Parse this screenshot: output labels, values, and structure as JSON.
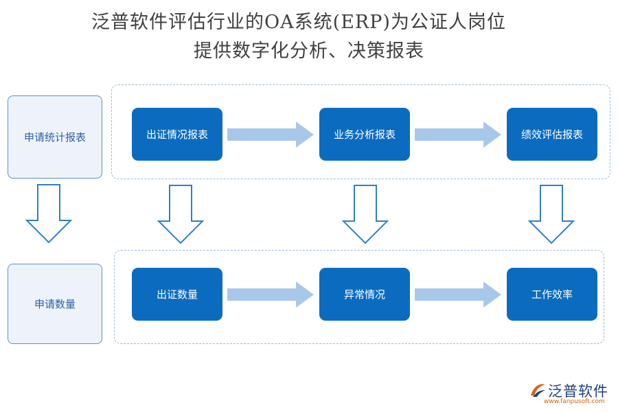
{
  "title": {
    "line1": "泛普软件评估行业的OA系统(ERP)为公证人岗位",
    "line2": "提供数字化分析、决策报表"
  },
  "row1": {
    "side_label": "申请统计报表",
    "boxes": [
      "出证情况报表",
      "业务分析报表",
      "绩效评估报表"
    ]
  },
  "row2": {
    "side_label": "申请数量",
    "boxes": [
      "出证数量",
      "异常情况",
      "工作效率"
    ]
  },
  "logo": {
    "name": "泛普软件",
    "url": "www.fanpusoft.com"
  },
  "colors": {
    "box_fill": "#0b6cbf",
    "side_fill": "#eef3fb",
    "arrow_fill": "#a8c8ea",
    "outline_arrow": "#2f7fc8"
  }
}
